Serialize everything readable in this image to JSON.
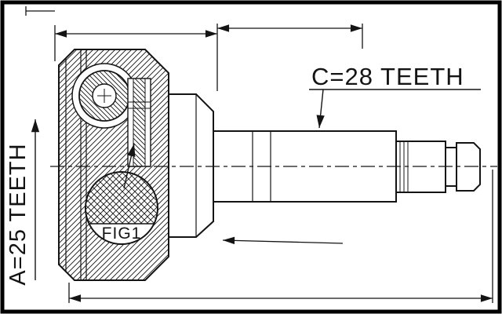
{
  "drawing": {
    "shaft_spline_label": "C=28 TEETH",
    "race_spline_label": "A=25 TEETH",
    "figure_callout_label": "FIG1"
  },
  "colors": {
    "line": "#141414",
    "background": "#ffffff"
  }
}
